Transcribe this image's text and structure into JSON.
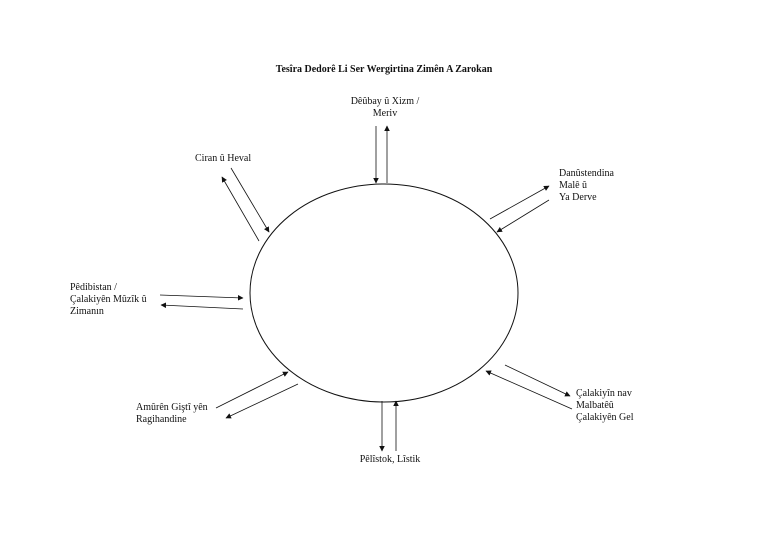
{
  "title": "Tesîra Dedorê Li Ser Wergirtina Zimên A Zarokan",
  "nodes": {
    "top": [
      "Dêûbay û Xizm /",
      "Meriv"
    ],
    "top_left": [
      "Ciran û Heval"
    ],
    "top_right": [
      "Danûstendina",
      "Malê û",
      "Ya Derve"
    ],
    "left": [
      "Pêdibistan /",
      "Çalakiyên Mûzîk û",
      "Zimanın"
    ],
    "bottom_left": [
      "Amûrên Giştî yên",
      "Ragihandine"
    ],
    "bottom": [
      "Pêlîstok, Lîstik"
    ],
    "bottom_right": [
      "Çalakiyîn nav",
      "Malbatêû",
      "Çalakiyên Gel"
    ]
  },
  "colors": {
    "stroke": "#111111",
    "background": "#ffffff"
  }
}
